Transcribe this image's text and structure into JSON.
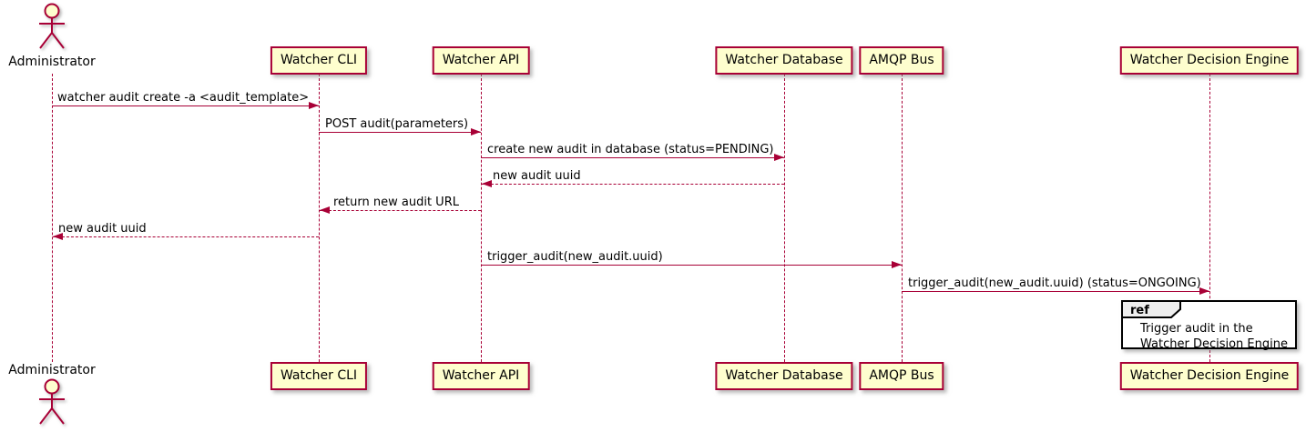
{
  "participants": {
    "administrator": {
      "label": "Administrator",
      "type": "actor"
    },
    "watcher_cli": {
      "label": "Watcher CLI",
      "type": "participant"
    },
    "watcher_api": {
      "label": "Watcher API",
      "type": "participant"
    },
    "watcher_database": {
      "label": "Watcher Database",
      "type": "participant"
    },
    "amqp_bus": {
      "label": "AMQP Bus",
      "type": "participant"
    },
    "watcher_decision_engine": {
      "label": "Watcher Decision Engine",
      "type": "participant"
    }
  },
  "messages": {
    "m1": {
      "from": "Administrator",
      "to": "Watcher CLI",
      "style": "solid",
      "label": "watcher audit create -a <audit_template>"
    },
    "m2": {
      "from": "Watcher CLI",
      "to": "Watcher API",
      "style": "solid",
      "label": "POST audit(parameters)"
    },
    "m3": {
      "from": "Watcher API",
      "to": "Watcher Database",
      "style": "solid",
      "label": "create new audit in database (status=PENDING)"
    },
    "m4": {
      "from": "Watcher Database",
      "to": "Watcher API",
      "style": "dashed",
      "label": "new audit uuid"
    },
    "m5": {
      "from": "Watcher API",
      "to": "Watcher CLI",
      "style": "dashed",
      "label": "return new audit URL"
    },
    "m6": {
      "from": "Watcher CLI",
      "to": "Administrator",
      "style": "dashed",
      "label": "new audit uuid"
    },
    "m7": {
      "from": "Watcher API",
      "to": "AMQP Bus",
      "style": "solid",
      "label": "trigger_audit(new_audit.uuid)"
    },
    "m8": {
      "from": "AMQP Bus",
      "to": "Watcher Decision Engine",
      "style": "solid",
      "label": "trigger_audit(new_audit.uuid) (status=ONGOING)"
    }
  },
  "ref_fragment": {
    "keyword": "ref",
    "line1": "Trigger audit in the",
    "line2": "Watcher Decision Engine"
  },
  "colors": {
    "box_fill": "#FEFECE",
    "line_color": "#A80036",
    "text_color": "#000000",
    "frame_border": "#000000",
    "tab_fill": "#EEEEEE",
    "background": "#FFFFFF"
  }
}
